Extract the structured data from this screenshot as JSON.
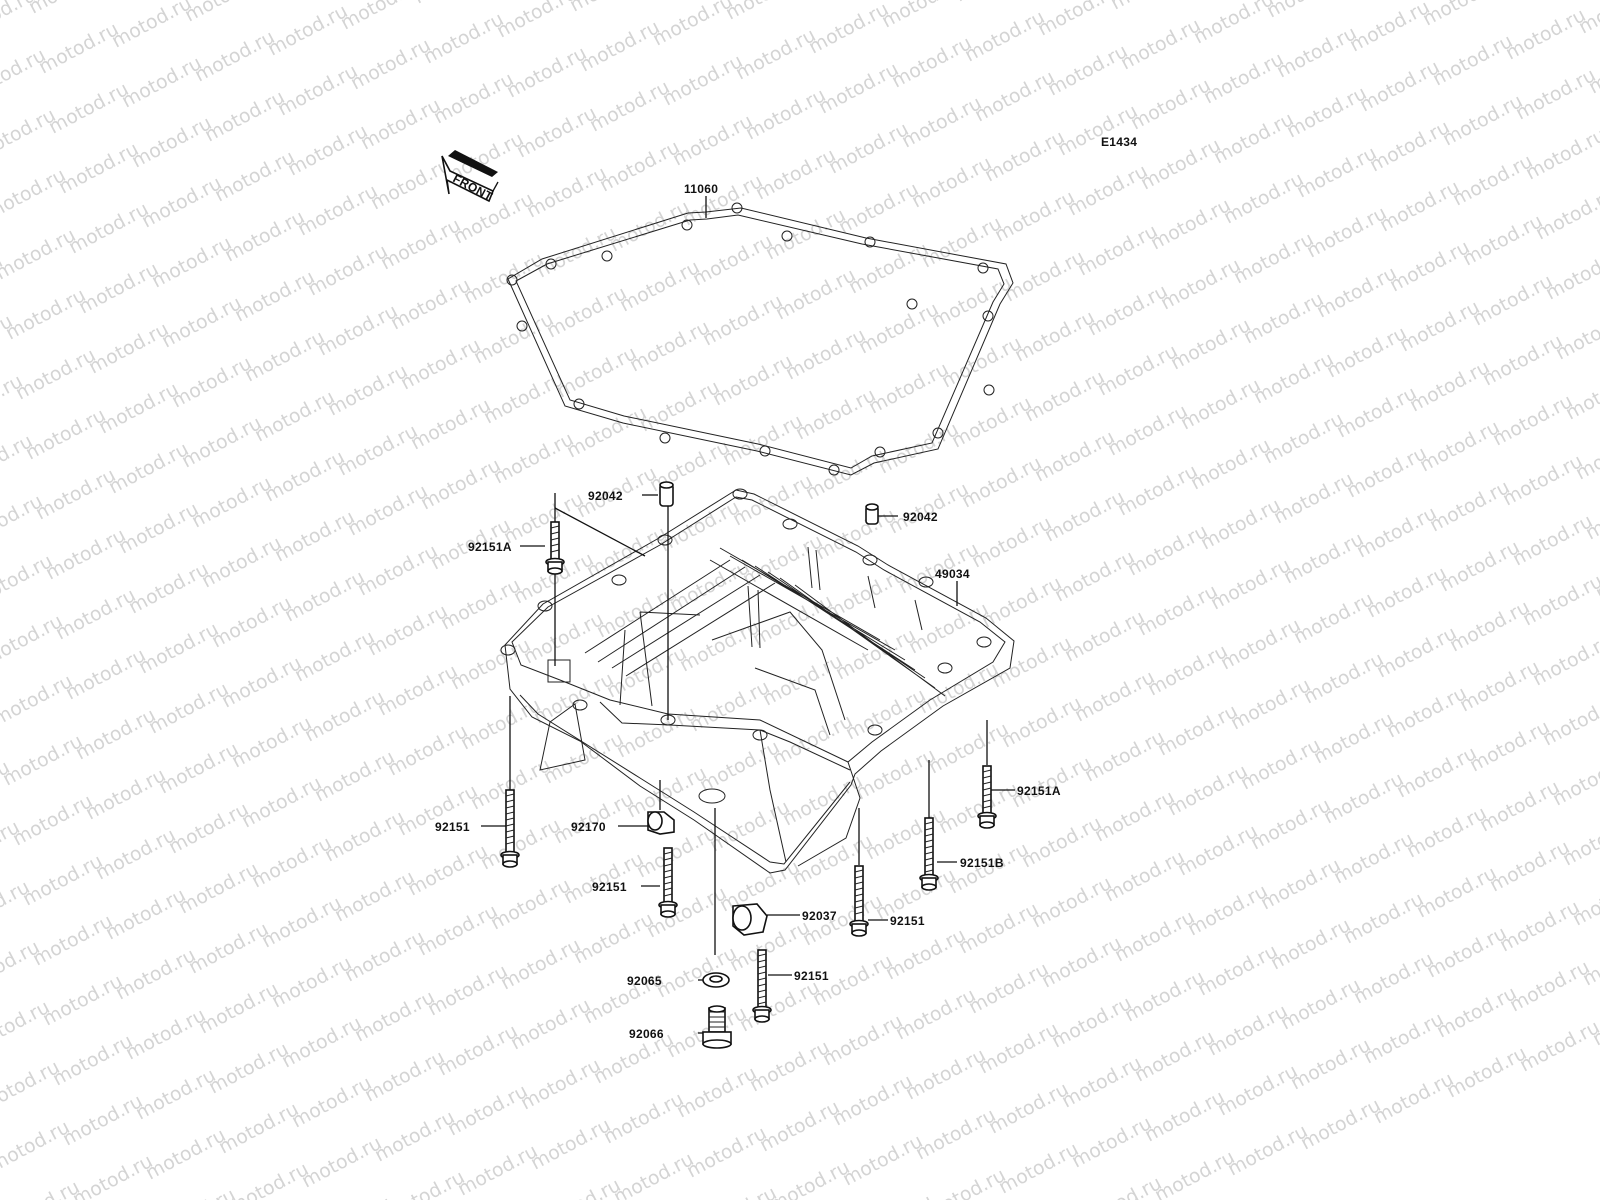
{
  "diagram": {
    "figure_code": "E1434",
    "front_marker": "FRONT",
    "watermark": "motod.ru",
    "callouts": [
      {
        "id": "gasket",
        "text": "11060"
      },
      {
        "id": "pin-left",
        "text": "92042"
      },
      {
        "id": "pin-right",
        "text": "92042"
      },
      {
        "id": "oil-pan",
        "text": "49034"
      },
      {
        "id": "bolt-topleft",
        "text": "92151A"
      },
      {
        "id": "bolt-right",
        "text": "92151A"
      },
      {
        "id": "bolt-leftbottom",
        "text": "92151"
      },
      {
        "id": "clamp",
        "text": "92170"
      },
      {
        "id": "bolt-center",
        "text": "92151"
      },
      {
        "id": "bolt-b",
        "text": "92151B"
      },
      {
        "id": "bracket",
        "text": "92037"
      },
      {
        "id": "bolt-rightlower",
        "text": "92151"
      },
      {
        "id": "washer",
        "text": "92065"
      },
      {
        "id": "bolt-bottom",
        "text": "92151"
      },
      {
        "id": "drain-plug",
        "text": "92066"
      }
    ]
  }
}
